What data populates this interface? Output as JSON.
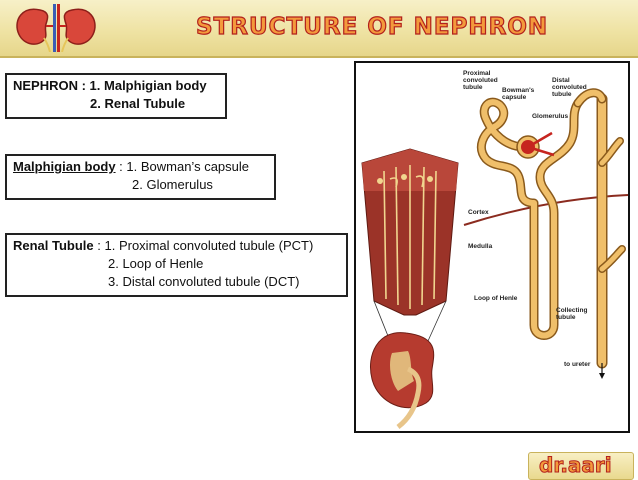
{
  "header": {
    "title": "STRUCTURE OF NEPHRON"
  },
  "box_nephron": {
    "heading": "NEPHRON : 1. Malphigian body",
    "item2": "2. Renal Tubule"
  },
  "box_malphigian": {
    "term": "Malphigian body",
    "item1": " : 1. Bowman’s capsule",
    "item2": "2. Glomerulus"
  },
  "box_tubule": {
    "term": "Renal Tubule",
    "item1": " : 1. Proximal convoluted tubule (PCT)",
    "item2": "2. Loop of Henle",
    "item3": "3. Distal convoluted tubule (DCT)"
  },
  "diagram": {
    "labels": {
      "pct": "Proximal convoluted tubule",
      "bowman": "Bowman's capsule",
      "dct": "Distal convoluted tubule",
      "glomerulus": "Glomerulus",
      "cortex": "Cortex",
      "medulla": "Medulla",
      "loop": "Loop of Henle",
      "collecting": "Collecting tubule",
      "ureter": "to ureter"
    }
  },
  "footer": {
    "brand": "dr.aari"
  },
  "colors": {
    "banner": "#efe3a4",
    "title_fill": "#f39a3c",
    "title_outline": "#b3201c",
    "tubule": "#e8b15a",
    "blood": "#c6251f"
  }
}
